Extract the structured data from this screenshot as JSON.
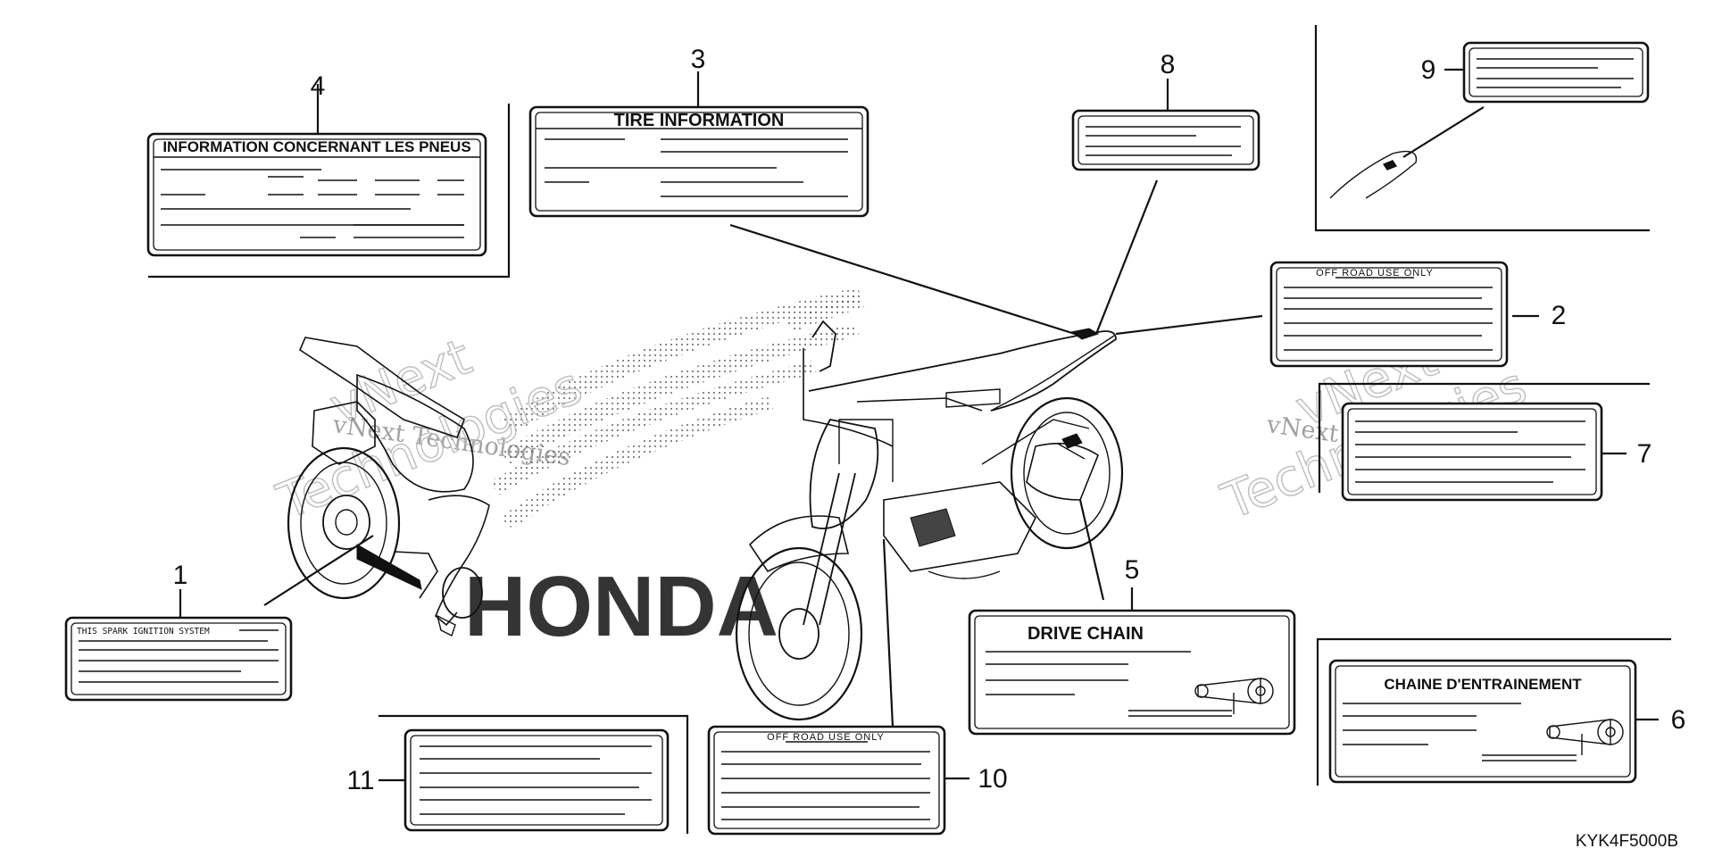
{
  "diagram": {
    "code": "KYK4F5000B",
    "callouts": [
      "1",
      "2",
      "3",
      "4",
      "5",
      "6",
      "7",
      "8",
      "9",
      "10",
      "11"
    ],
    "labels": {
      "tire_fr": "INFORMATION CONCERNANT LES PNEUS",
      "tire_en": "TIRE INFORMATION",
      "offroad_a": "OFF ROAD USE ONLY",
      "offroad_b": "OFF ROAD USE ONLY",
      "drive_chain": "DRIVE CHAIN",
      "chaine": "CHAINE D'ENTRAINEMENT",
      "spark": "THIS SPARK IGNITION SYSTEM"
    },
    "watermarks": [
      "vNext",
      "vNext Technologies",
      "Technologies",
      "vNext",
      "vNext Technologies",
      "Technologies"
    ],
    "honda_logo_text": "HONDA"
  }
}
